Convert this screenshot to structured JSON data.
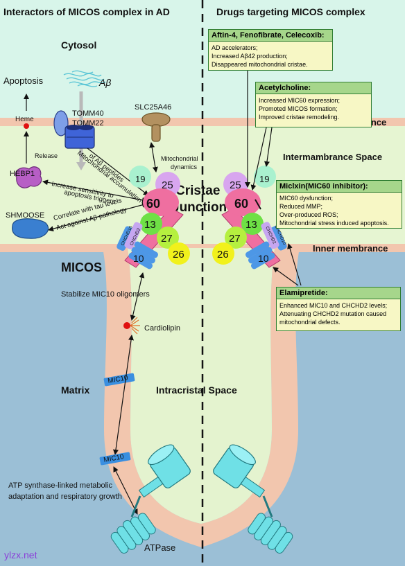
{
  "headers": {
    "left": "Interactors of MICOS complex in AD",
    "right": "Drugs targeting MICOS complex"
  },
  "regions": {
    "cytosol": "Cytosol",
    "outer_membrane": "Outer membrance",
    "ims": "Intermambrance Space",
    "inner_membrane": "Inner membrance",
    "cristae_junction_1": "Cristae",
    "cristae_junction_2": "Junction",
    "micos": "MICOS",
    "matrix": "Matrix",
    "intracristal": "Intracristal Space"
  },
  "labels": {
    "apoptosis": "Apoptosis",
    "abeta": "Aβ",
    "heme": "Heme",
    "tomm40": "TOMM40",
    "tomm22": "TOMM22",
    "release": "Release",
    "hebp1": "HEBP1",
    "shmoose": "SHMOOSE",
    "slc25a46": "SLC25A46",
    "mito_dyn_1": "Mitochondrial",
    "mito_dyn_2": "dynamics",
    "mito_acc_1": "Mitochondrial accumulation",
    "mito_acc_2": "of Aβ peptides",
    "inc_sens_1": "Increase sensitivity to",
    "inc_sens_2": "apoptosis triggers",
    "corr_1": "Correlate with tau levels",
    "corr_2": "Act against Aβ pathology",
    "stabilize": "Stabilize MIC10 oligomers",
    "cardiolipin": "Cardiolipin",
    "mic10_a": "MIC10",
    "mic10_b": "MIC10",
    "atp_1": "ATP synthase-linked metabolic",
    "atp_2": "adaptation and respiratory growth",
    "atpase": "ATPase",
    "watermark": "ylzx.net",
    "chchd2": "CHCHD2",
    "chchd10": "CHCHD10"
  },
  "micos_left": {
    "n60": "60",
    "n19": "19",
    "n25": "25",
    "n13": "13",
    "n27": "27",
    "n26": "26",
    "n10": "10"
  },
  "micos_right": {
    "n60": "60",
    "n19": "19",
    "n25": "25",
    "n13": "13",
    "n27": "27",
    "n26": "26",
    "n10": "10"
  },
  "drug_boxes": {
    "aftin": {
      "title": "Aftin-4, Fenofibrate, Celecoxib:",
      "lines": [
        "AD accelerators;",
        "Increased Aβ42 production;",
        "Disappeared mitochondrial cristae."
      ]
    },
    "acetylcholine": {
      "title": "Acetylcholine:",
      "lines": [
        "Increased MIC60 expression;",
        "Promoted MICOS formation;",
        "Improved cristae remodeling."
      ]
    },
    "miclxin": {
      "title": "Miclxin(MIC60 inhibitor):",
      "lines": [
        "MIC60 dysfunction;",
        "Reduced MMP;",
        "Over-produced ROS;",
        "Mitochondrial stress induced apoptosis."
      ]
    },
    "elamipretide": {
      "title": "Elamipretide:",
      "lines": [
        "Enhanced MIC10 and CHCHD2 levels;",
        "Attenuating CHCHD2 mutation caused",
        "mitochondrial defects."
      ]
    }
  },
  "colors": {
    "cytosol": "#d8f5ea",
    "membrane": "#f2c6ae",
    "ims": "#e6f5d2",
    "matrix": "#9bbfd6",
    "crista": "#e4f3cf",
    "mic60": "#ef6fa0",
    "mic19": "#a9f1cf",
    "mic25": "#d8a6ef",
    "mic13": "#6ee045",
    "mic27": "#b5f03f",
    "mic26": "#f1f11c",
    "mic10": "#4d97e6",
    "box_bg": "#f7f7c5",
    "box_head": "#a6d68b",
    "atpase": "#6fe0e6"
  }
}
